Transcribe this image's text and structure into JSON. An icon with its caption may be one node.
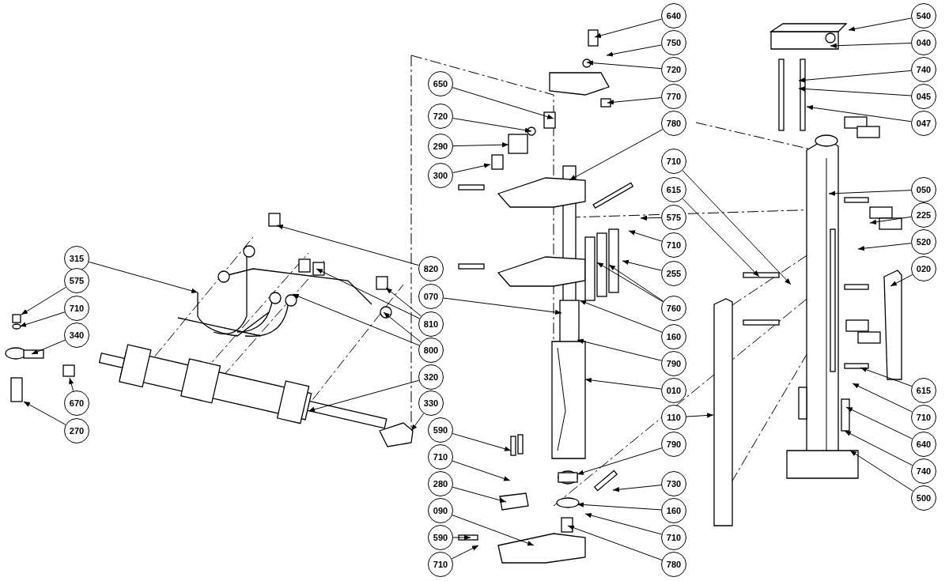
{
  "diagram": {
    "nodes": [
      {
        "text": [
          "640"
        ]
      },
      {
        "text": [
          "750"
        ]
      },
      {
        "text": [
          "720"
        ]
      },
      {
        "text": [
          "770"
        ]
      },
      {
        "text": [
          "650"
        ]
      },
      {
        "text": [
          "720"
        ]
      },
      {
        "text": [
          "290"
        ]
      },
      {
        "text": [
          "300"
        ]
      },
      {
        "text": [
          "780"
        ]
      },
      {
        "text": [
          "540"
        ]
      },
      {
        "text": [
          "040"
        ]
      },
      {
        "text": [
          "740"
        ]
      },
      {
        "text": [
          "045"
        ]
      },
      {
        "text": [
          "047"
        ]
      },
      {
        "text": [
          "710"
        ]
      },
      {
        "text": [
          "615"
        ]
      },
      {
        "text": [
          "575"
        ]
      },
      {
        "text": [
          "050"
        ]
      },
      {
        "text": [
          "225"
        ]
      },
      {
        "text": [
          "710"
        ]
      },
      {
        "text": [
          "520"
        ]
      },
      {
        "text": [
          "255"
        ]
      },
      {
        "text": [
          "820"
        ]
      },
      {
        "text": [
          "020"
        ]
      },
      {
        "text": [
          "070"
        ]
      },
      {
        "text": [
          "760"
        ]
      },
      {
        "text": [
          "810"
        ]
      },
      {
        "text": [
          "800"
        ]
      },
      {
        "text": [
          "160"
        ]
      },
      {
        "text": [
          "790"
        ]
      },
      {
        "text": [
          "010"
        ]
      },
      {
        "text": [
          "615"
        ]
      },
      {
        "text": [
          "710"
        ]
      },
      {
        "text": [
          "110"
        ]
      },
      {
        "text": [
          "320"
        ]
      },
      {
        "text": [
          "330"
        ]
      },
      {
        "text": [
          "590"
        ]
      },
      {
        "text": [
          "640"
        ]
      },
      {
        "text": [
          "740"
        ]
      },
      {
        "text": [
          "790"
        ]
      },
      {
        "text": [
          "710"
        ]
      },
      {
        "text": [
          "500"
        ]
      },
      {
        "text": [
          "280"
        ]
      },
      {
        "text": [
          "730"
        ]
      },
      {
        "text": [
          "160"
        ]
      },
      {
        "text": [
          "090"
        ]
      },
      {
        "text": [
          "710"
        ]
      },
      {
        "text": [
          "590"
        ]
      },
      {
        "text": [
          "780"
        ]
      },
      {
        "text": [
          "710"
        ]
      },
      {
        "text": [
          "315"
        ]
      },
      {
        "text": [
          "575"
        ]
      },
      {
        "text": [
          "710"
        ]
      },
      {
        "text": [
          "340"
        ]
      },
      {
        "text": [
          "670"
        ]
      },
      {
        "text": [
          "270"
        ]
      }
    ],
    "edges": [
      {
        "from": 0,
        "to": null,
        "arrow": "to"
      },
      {
        "from": 1,
        "to": null,
        "arrow": "to"
      },
      {
        "from": 2,
        "to": null,
        "arrow": "to"
      },
      {
        "from": 3,
        "to": null,
        "arrow": "to"
      },
      {
        "from": 4,
        "to": null,
        "arrow": "to"
      },
      {
        "from": 5,
        "to": null,
        "arrow": "to"
      },
      {
        "from": 6,
        "to": null,
        "arrow": "to"
      },
      {
        "from": 7,
        "to": null,
        "arrow": "to"
      },
      {
        "from": 8,
        "to": null,
        "arrow": "to"
      },
      {
        "from": 9,
        "to": null,
        "arrow": "to"
      },
      {
        "from": 10,
        "to": null,
        "arrow": "to"
      },
      {
        "from": 11,
        "to": null,
        "arrow": "to"
      },
      {
        "from": 12,
        "to": null,
        "arrow": "to"
      },
      {
        "from": 13,
        "to": null,
        "arrow": "to"
      },
      {
        "from": 14,
        "to": null,
        "arrow": "to"
      },
      {
        "from": 15,
        "to": null,
        "arrow": "to"
      },
      {
        "from": 16,
        "to": null,
        "arrow": "to"
      },
      {
        "from": 17,
        "to": null,
        "arrow": "to"
      },
      {
        "from": 18,
        "to": null,
        "arrow": "to"
      },
      {
        "from": 19,
        "to": null,
        "arrow": "to"
      },
      {
        "from": 20,
        "to": null,
        "arrow": "to"
      },
      {
        "from": 21,
        "to": null,
        "arrow": "to"
      },
      {
        "from": 22,
        "to": null,
        "arrow": "to"
      },
      {
        "from": 23,
        "to": null,
        "arrow": "to"
      },
      {
        "from": 24,
        "to": null,
        "arrow": "to"
      },
      {
        "from": 25,
        "to": null,
        "arrow": "to"
      },
      {
        "from": 25,
        "to": null,
        "arrow": "to"
      },
      {
        "from": 26,
        "to": null,
        "arrow": "to"
      },
      {
        "from": 26,
        "to": null,
        "arrow": "to"
      },
      {
        "from": 27,
        "to": null,
        "arrow": "to"
      },
      {
        "from": 27,
        "to": null,
        "arrow": "to"
      },
      {
        "from": 28,
        "to": null,
        "arrow": "to"
      },
      {
        "from": 29,
        "to": null,
        "arrow": "to"
      },
      {
        "from": 30,
        "to": null,
        "arrow": "to"
      },
      {
        "from": 31,
        "to": null,
        "arrow": "to"
      },
      {
        "from": 32,
        "to": null,
        "arrow": "to"
      },
      {
        "from": 33,
        "to": null,
        "arrow": "to"
      },
      {
        "from": 34,
        "to": null,
        "arrow": "to"
      },
      {
        "from": 35,
        "to": null,
        "arrow": "to"
      },
      {
        "from": 36,
        "to": null,
        "arrow": "to"
      },
      {
        "from": 37,
        "to": null,
        "arrow": "to"
      },
      {
        "from": 38,
        "to": null,
        "arrow": "to"
      },
      {
        "from": 39,
        "to": null,
        "arrow": "to"
      },
      {
        "from": 40,
        "to": null,
        "arrow": "to"
      },
      {
        "from": 41,
        "to": null,
        "arrow": "to"
      },
      {
        "from": 42,
        "to": null,
        "arrow": "to"
      },
      {
        "from": 43,
        "to": null,
        "arrow": "to"
      },
      {
        "from": 44,
        "to": null,
        "arrow": "to"
      },
      {
        "from": 45,
        "to": null,
        "arrow": "to"
      },
      {
        "from": 46,
        "to": null,
        "arrow": "to"
      },
      {
        "from": 47,
        "to": null,
        "arrow": "to"
      },
      {
        "from": 48,
        "to": null,
        "arrow": "to"
      },
      {
        "from": 49,
        "to": null,
        "arrow": "to"
      },
      {
        "from": 50,
        "to": null,
        "arrow": "to"
      },
      {
        "from": 51,
        "to": null,
        "arrow": "to"
      },
      {
        "from": 52,
        "to": null,
        "arrow": "to"
      },
      {
        "from": 53,
        "to": null,
        "arrow": "to"
      },
      {
        "from": 54,
        "to": null,
        "arrow": "to"
      },
      {
        "from": 55,
        "to": null,
        "arrow": "to"
      }
    ]
  }
}
